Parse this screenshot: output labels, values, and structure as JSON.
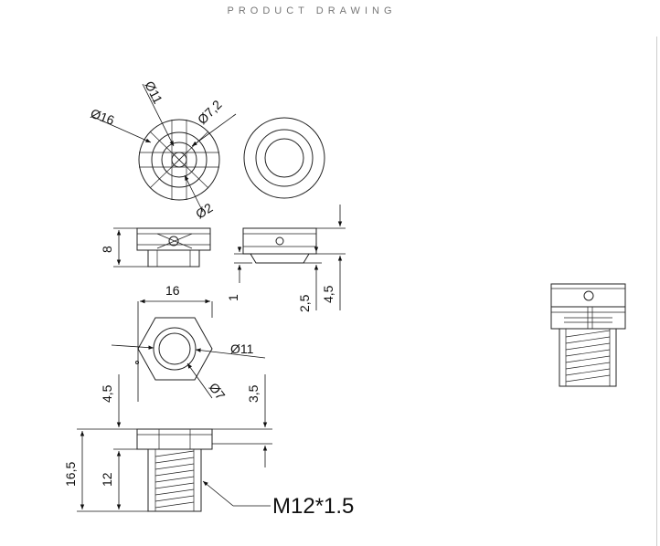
{
  "title": "PRODUCT DRAWING",
  "dimensions": {
    "top_d16": "Ø16",
    "top_d11": "Ø11",
    "top_d7_2": "Ø7,2",
    "top_d2": "Ø2",
    "height_8": "8",
    "gap_1": "1",
    "h_2_5": "2,5",
    "h_4_5_side": "4,5",
    "width_16": "16",
    "hex_d11": "Ø11",
    "hex_d7": "Ø7",
    "h_4_5_left": "4,5",
    "h_3_5": "3,5",
    "total_16_5": "16,5",
    "thread_12": "12"
  },
  "thread_callout": "M12*1.5"
}
